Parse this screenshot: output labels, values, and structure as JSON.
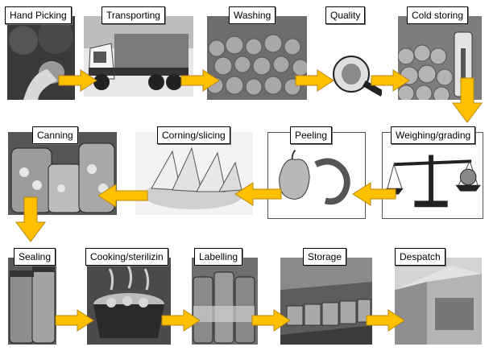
{
  "steps": [
    {
      "label": "Hand Picking"
    },
    {
      "label": "Transporting"
    },
    {
      "label": "Washing"
    },
    {
      "label": "Quality"
    },
    {
      "label": "Cold storing"
    },
    {
      "label": "Weighing/grading"
    },
    {
      "label": "Peeling"
    },
    {
      "label": "Corning/slicing"
    },
    {
      "label": "Canning"
    },
    {
      "label": "Sealing"
    },
    {
      "label": "Cooking/sterilizin"
    },
    {
      "label": "Labelling"
    },
    {
      "label": "Storage"
    },
    {
      "label": "Despatch"
    }
  ],
  "colors": {
    "arrow": "#FFC000",
    "arrow_stroke": "#B8860B"
  }
}
